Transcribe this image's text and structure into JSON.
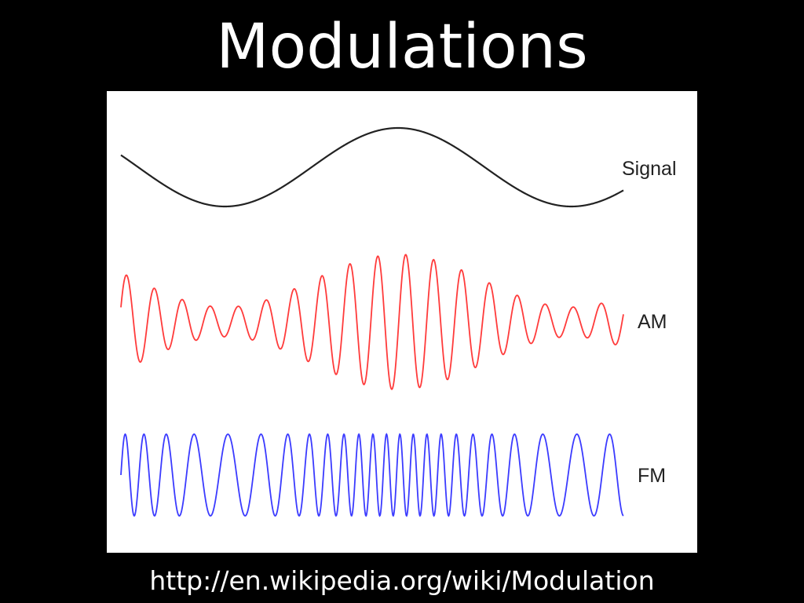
{
  "slide": {
    "title": "Modulations",
    "source_url": "http://en.wikipedia.org/wiki/Modulation"
  },
  "figure": {
    "labels": {
      "signal": "Signal",
      "am": "AM",
      "fm": "FM"
    },
    "colors": {
      "signal": "#222222",
      "am": "#ff3b3b",
      "fm": "#3b3bff",
      "panel_background": "#ffffff",
      "slide_background": "#000000",
      "text": "#ffffff"
    },
    "signal": {
      "cycles": 1.45,
      "phase_shift": -0.55
    },
    "am": {
      "carrier_cycles": 18,
      "min_amplitude_fraction": 0.22
    },
    "fm": {
      "carrier_cycles": 26,
      "deviation_fraction": 0.45
    }
  }
}
